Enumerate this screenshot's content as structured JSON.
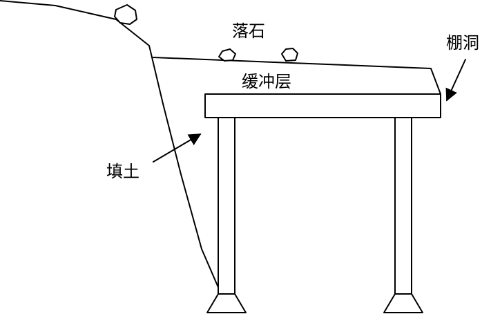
{
  "labels": {
    "falling_rock": "落石",
    "buffer_layer": "缓冲层",
    "shed_tunnel": "棚洞",
    "fill_soil": "填土"
  },
  "colors": {
    "line": "#000000",
    "background": "#ffffff"
  }
}
